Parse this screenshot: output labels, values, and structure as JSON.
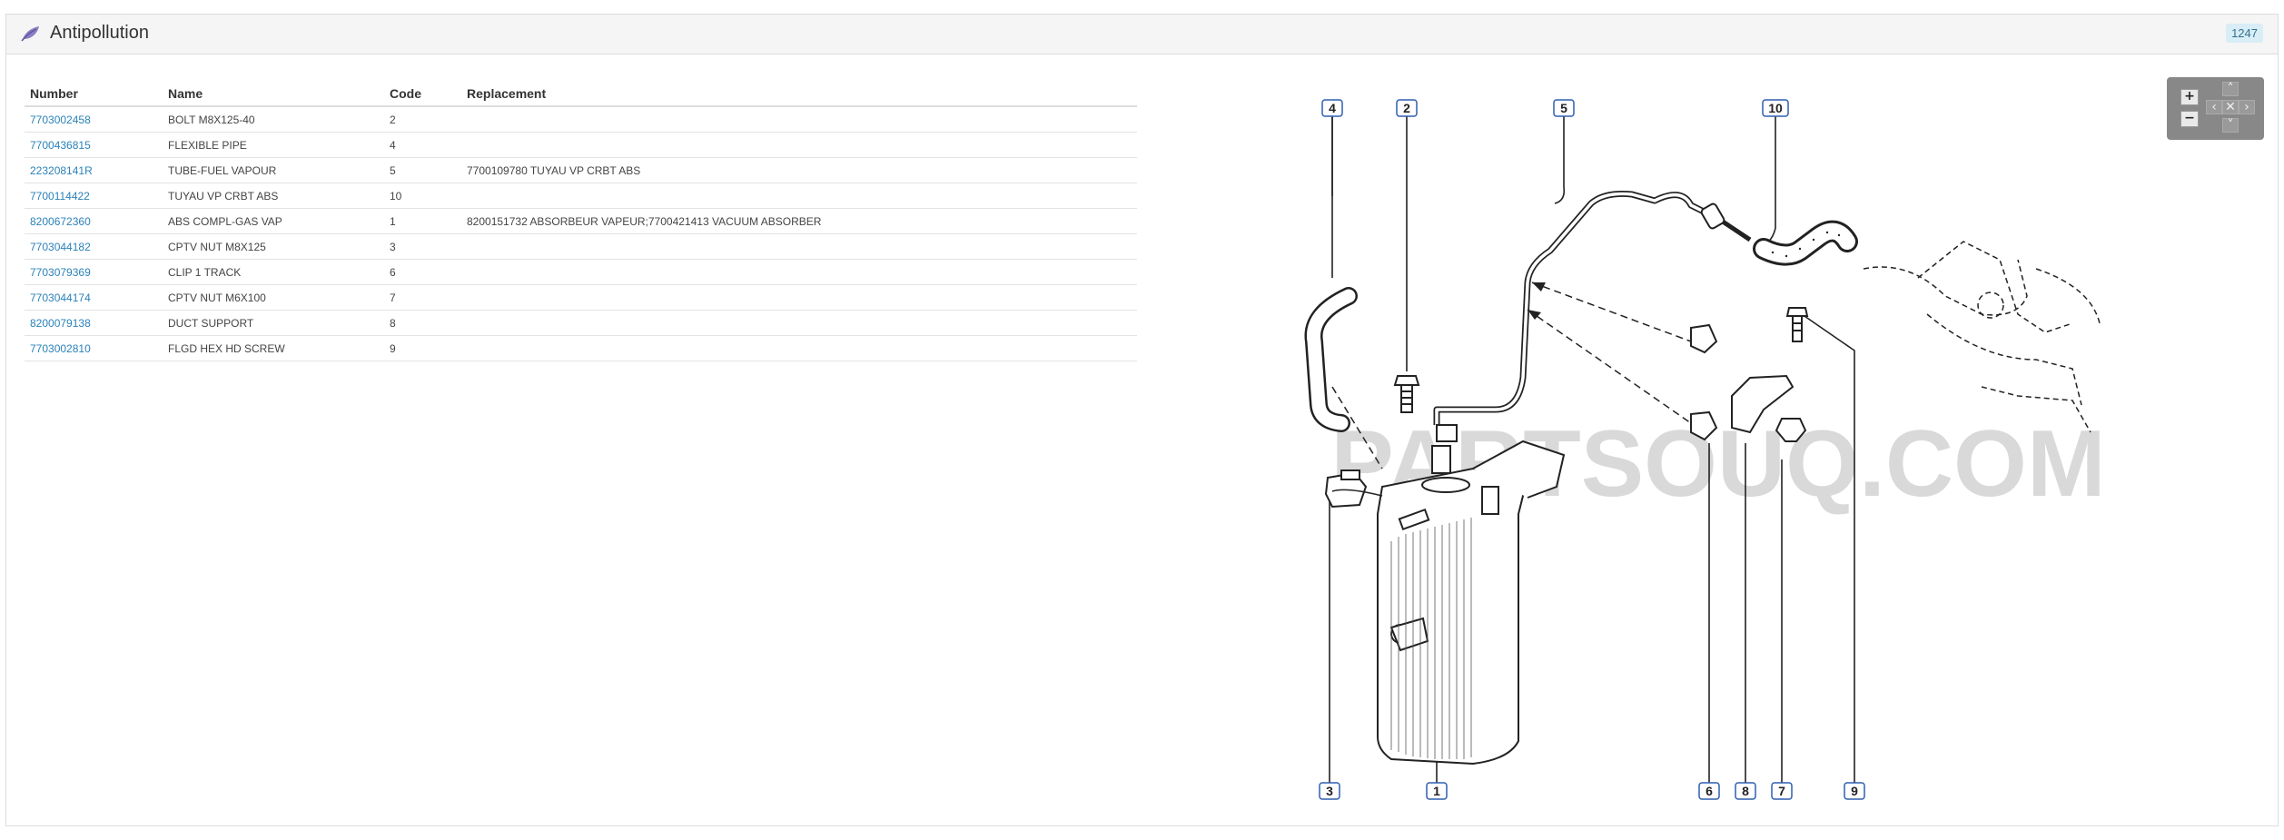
{
  "header": {
    "title": "Antipollution",
    "badge": "1247",
    "icon": "leaf-icon"
  },
  "table": {
    "headers": {
      "number": "Number",
      "name": "Name",
      "code": "Code",
      "replacement": "Replacement"
    },
    "rows": [
      {
        "number": "7703002458",
        "name": "BOLT M8X125-40",
        "code": "2",
        "replacement": ""
      },
      {
        "number": "7700436815",
        "name": "FLEXIBLE PIPE",
        "code": "4",
        "replacement": ""
      },
      {
        "number": "223208141R",
        "name": "TUBE-FUEL VAPOUR",
        "code": "5",
        "replacement": "7700109780 TUYAU VP CRBT ABS"
      },
      {
        "number": "7700114422",
        "name": "TUYAU VP CRBT ABS",
        "code": "10",
        "replacement": ""
      },
      {
        "number": "8200672360",
        "name": "ABS COMPL-GAS VAP",
        "code": "1",
        "replacement": "8200151732 ABSORBEUR VAPEUR;7700421413 VACUUM ABSORBER"
      },
      {
        "number": "7703044182",
        "name": "CPTV NUT M8X125",
        "code": "3",
        "replacement": ""
      },
      {
        "number": "7703079369",
        "name": "CLIP 1 TRACK",
        "code": "6",
        "replacement": ""
      },
      {
        "number": "7703044174",
        "name": "CPTV NUT M6X100",
        "code": "7",
        "replacement": ""
      },
      {
        "number": "8200079138",
        "name": "DUCT SUPPORT",
        "code": "8",
        "replacement": ""
      },
      {
        "number": "7703002810",
        "name": "FLGD HEX HD SCREW",
        "code": "9",
        "replacement": ""
      }
    ]
  },
  "diagram": {
    "watermark": "PARTSOUQ.COM",
    "callouts": [
      "4",
      "2",
      "5",
      "10",
      "3",
      "1",
      "6",
      "8",
      "7",
      "9"
    ]
  },
  "zoom_controls": {
    "zoom_in": "+",
    "zoom_out": "−",
    "up": "˄",
    "down": "˅",
    "left": "‹",
    "right": "›",
    "reset": "✕"
  }
}
